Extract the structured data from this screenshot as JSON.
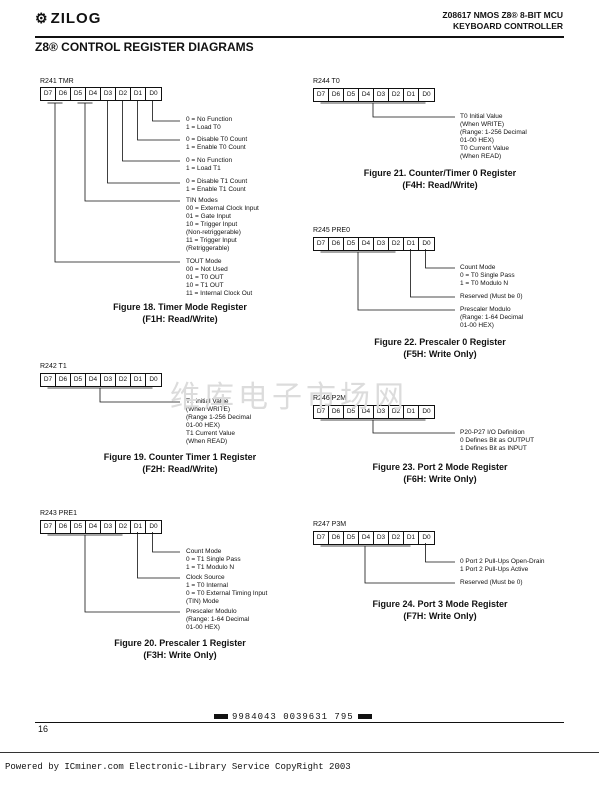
{
  "header": {
    "logo": "ZILOG",
    "part": "Z08617 NMOS Z8® 8-BIT MCU",
    "product": "KEYBOARD CONTROLLER"
  },
  "section_title": "Z8® CONTROL REGISTER DIAGRAMS",
  "bit_labels": [
    "D7",
    "D6",
    "D5",
    "D4",
    "D3",
    "D2",
    "D1",
    "D0"
  ],
  "figures": {
    "tmr": {
      "register": "R241 TMR",
      "desc": [
        [
          "0 = No Function",
          "1 = Load T0"
        ],
        [
          "0 = Disable T0  Count",
          "1 = Enable  T0  Count"
        ],
        [
          "0 = No Function",
          "1 = Load T1"
        ],
        [
          "0 = Disable T1 Count",
          "1 = Enable  T1 Count"
        ],
        [
          "TIN  Modes",
          "00 = External Clock Input",
          "01 = Gate Input",
          "10 = Trigger Input",
          "(Non-retriggerable)",
          "11 = Trigger Input",
          "(Retriggerable)"
        ],
        [
          "TOUT  Mode",
          "00 = Not Used",
          "01 = T0  OUT",
          "10 = T1  OUT",
          "11 = Internal Clock Out"
        ]
      ],
      "caption": [
        "Figure 18. Timer Mode Register",
        "(F1H: Read/Write)"
      ]
    },
    "t1": {
      "register": "R242 T1",
      "desc": [
        [
          "T1  Initial Value",
          "(When WRITE)",
          "(Range 1-256 Decimal",
          "01-00 HEX)",
          "T1 Current Value",
          "(When READ)"
        ]
      ],
      "caption": [
        "Figure 19.  Counter Timer 1 Register",
        "(F2H: Read/Write)"
      ]
    },
    "pre1": {
      "register": "R243 PRE1",
      "desc": [
        [
          "Count Mode",
          "0 = T1   Single Pass",
          "1 = T1   Modulo  N"
        ],
        [
          "Clock Source",
          "1 = T0   Internal",
          "0 = T0   External Timing Input",
          "(TIN) Mode"
        ],
        [
          "Prescaler Modulo",
          "(Range: 1-64 Decimal",
          "01-00 HEX)"
        ]
      ],
      "caption": [
        "Figure 20.  Prescaler 1 Register",
        "(F3H: Write Only)"
      ]
    },
    "t0": {
      "register": "R244 T0",
      "desc": [
        [
          "T0  Initial Value",
          "(When WRITE)",
          "(Range: 1-256 Decimal",
          "01-00 HEX)",
          "T0  Current Value",
          "(When READ)"
        ]
      ],
      "caption": [
        "Figure 21.  Counter/Timer 0 Register",
        "(F4H: Read/Write)"
      ]
    },
    "pre0": {
      "register": "R245 PRE0",
      "desc": [
        [
          "Count Mode",
          "0 = T0   Single Pass",
          "1 = T0   Modulo N"
        ],
        [
          "Reserved (Must be 0)"
        ],
        [
          "Prescaler Modulo",
          "(Range: 1-64 Decimal",
          "01-00 HEX)"
        ]
      ],
      "caption": [
        "Figure 22.  Prescaler 0 Register",
        "(F5H: Write Only)"
      ]
    },
    "p2m": {
      "register": "R246 P2M",
      "desc": [
        [
          "P20-P27  I/O Definition",
          "0 Defines Bit as OUTPUT",
          "1 Defines Bit as INPUT"
        ]
      ],
      "caption": [
        "Figure 23.  Port 2 Mode Register",
        "(F6H: Write Only)"
      ]
    },
    "p3m": {
      "register": "R247 P3M",
      "desc": [
        [
          "0 Port 2 Pull-Ups Open-Drain",
          "1 Port 2 Pull-Ups Active"
        ],
        [
          "Reserved (Must be 0)"
        ]
      ],
      "caption": [
        "Figure 24.  Port 3 Mode Register",
        "(F7H: Write Only)"
      ]
    }
  },
  "watermark": "维库电子市场网",
  "footer": {
    "barcode": "9984043 0039631 795",
    "page": "16",
    "copyright": "Powered by ICminer.com Electronic-Library Service CopyRight 2003"
  }
}
